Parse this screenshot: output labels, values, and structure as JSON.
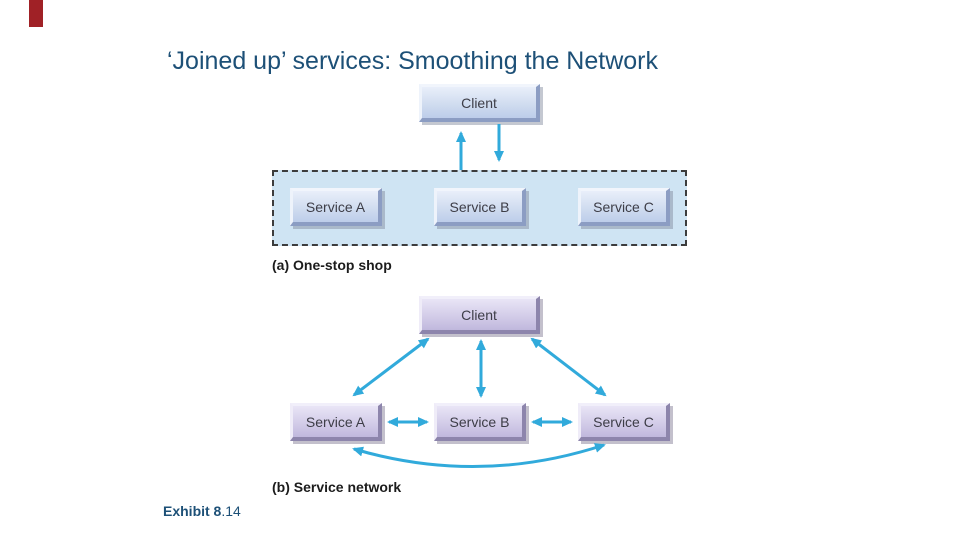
{
  "title": "‘Joined up’ services: Smoothing the Network",
  "diagram_a": {
    "client": "Client",
    "services": [
      "Service A",
      "Service B",
      "Service C"
    ],
    "caption": "(a) One-stop shop"
  },
  "diagram_b": {
    "client": "Client",
    "services": [
      "Service A",
      "Service B",
      "Service C"
    ],
    "caption": "(b) Service network"
  },
  "exhibit": {
    "bold": "Exhibit 8",
    "rest": ".14"
  },
  "icons": {
    "arrowhead": "solid-triangle"
  },
  "colors": {
    "title-color": "#1d5077",
    "arrow-color": "#31aadb",
    "panel-fill": "#cfe4f3",
    "accent-bar": "#a02126",
    "caption-color": "#1c1c1c",
    "node-text": "#3d3d47",
    "box-blue": "#ccd9ee",
    "box-purple": "#cfc8e6"
  }
}
